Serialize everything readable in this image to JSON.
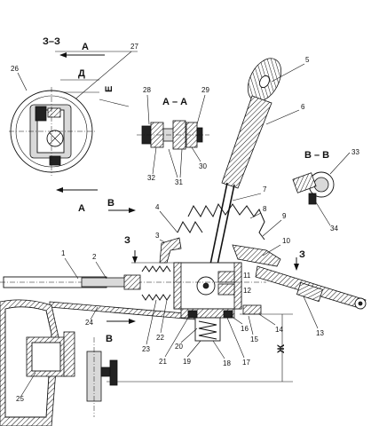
{
  "section_labels": {
    "z_z": "З–З",
    "a_a": "А – А",
    "b_b": "В – В",
    "view_a_top": "А",
    "view_a_bottom": "А",
    "view_b_top": "В",
    "view_b_bottom": "В",
    "view_z_left": "З",
    "view_z_right": "З",
    "d": "Д",
    "e": "Е",
    "zh": "Ж"
  },
  "part_numbers": {
    "p1": "1",
    "p2": "2",
    "p3": "3",
    "p4": "4",
    "p5": "5",
    "p6": "6",
    "p7": "7",
    "p8": "8",
    "p9": "9",
    "p10": "10",
    "p11": "11",
    "p12": "12",
    "p13": "13",
    "p14": "14",
    "p15": "15",
    "p16": "16",
    "p17": "17",
    "p18": "18",
    "p19": "19",
    "p20": "20",
    "p21": "21",
    "p22": "22",
    "p23": "23",
    "p24": "24",
    "p25": "25",
    "p26": "26",
    "p27": "27",
    "p28": "28",
    "p29": "29",
    "p30": "30",
    "p31": "31",
    "p32": "32",
    "p33": "33",
    "p34": "34"
  }
}
